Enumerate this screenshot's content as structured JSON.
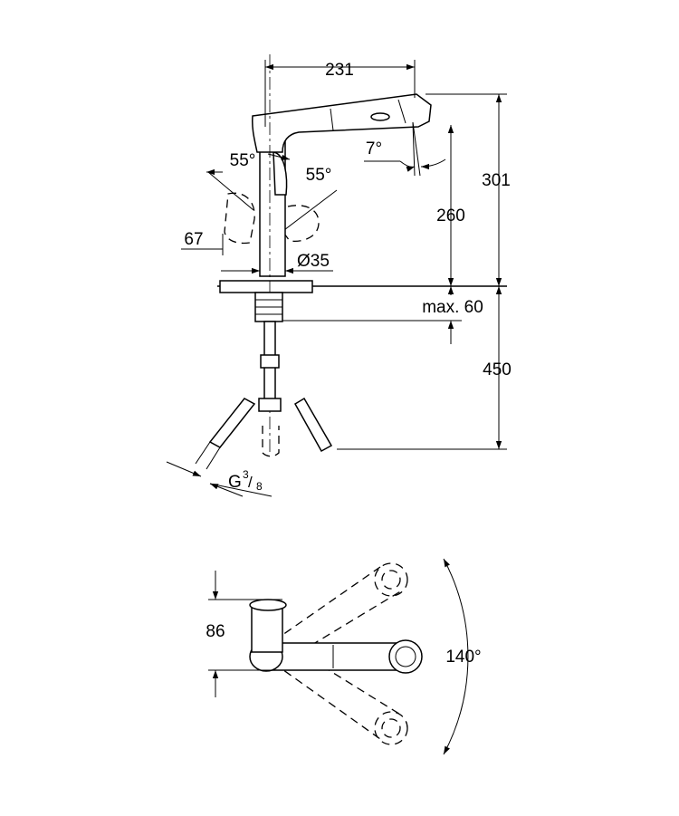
{
  "front_view": {
    "dim_width": "231",
    "dim_height_total": "301",
    "dim_spout_height": "260",
    "dim_angle_handle_left": "55°",
    "dim_angle_handle_right": "55°",
    "dim_spray_angle": "7°",
    "dim_handle_reach": "67",
    "dim_diameter": "Ø35",
    "dim_max_deck": "max. 60",
    "dim_below_deck": "450",
    "dim_thread_main": "G",
    "dim_thread_num": "3",
    "dim_thread_den": "8"
  },
  "top_view": {
    "dim_depth": "86",
    "dim_swivel_angle": "140°"
  }
}
